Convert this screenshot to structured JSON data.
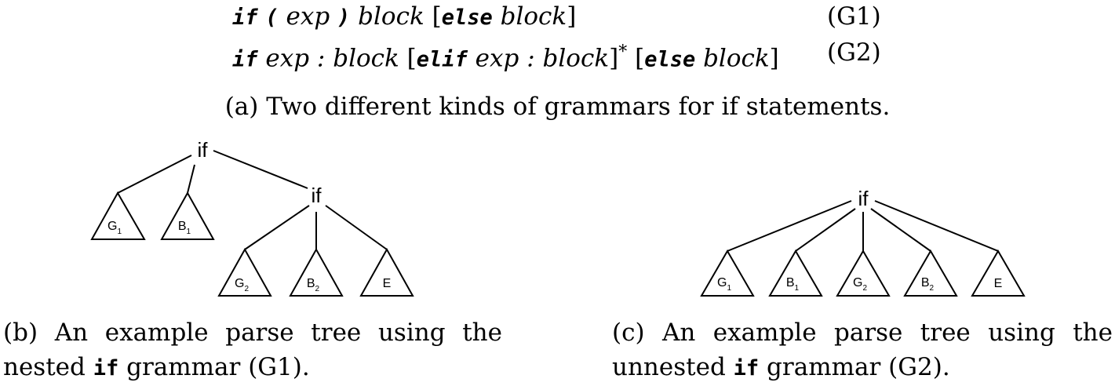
{
  "grammars": {
    "g1": {
      "kw_if": "if",
      "lparen": "(",
      "exp": "exp",
      "rparen": ")",
      "block": "block",
      "lbr": "[",
      "kw_else": "else",
      "block2": "block",
      "rbr": "]",
      "tag": "(G1)"
    },
    "g2": {
      "kw_if": "if",
      "exp": "exp",
      "colon": ":",
      "block": "block",
      "lbr1": "[",
      "kw_elif": "elif",
      "exp2": "exp",
      "colon2": ":",
      "block2": "block",
      "rbr1": "]",
      "star": "*",
      "lbr2": "[",
      "kw_else": "else",
      "block3": "block",
      "rbr2": "]",
      "tag": "(G2)"
    }
  },
  "captions": {
    "a": "(a) Two different kinds of grammars for if statements.",
    "b_line1": "(b) An example parse tree using the",
    "b_pre": "nested",
    "b_code": "if",
    "b_post": "grammar (G1).",
    "c_line1": "(c) An example parse tree using the",
    "c_pre": "unnested",
    "c_code": "if",
    "c_post": "grammar (G2)."
  },
  "tree_b": {
    "root": "if",
    "inner": "if",
    "g1": {
      "base": "G",
      "sub": "1"
    },
    "b1": {
      "base": "B",
      "sub": "1"
    },
    "g2": {
      "base": "G",
      "sub": "2"
    },
    "b2": {
      "base": "B",
      "sub": "2"
    },
    "e": "E"
  },
  "tree_c": {
    "root": "if",
    "g1": {
      "base": "G",
      "sub": "1"
    },
    "b1": {
      "base": "B",
      "sub": "1"
    },
    "g2": {
      "base": "G",
      "sub": "2"
    },
    "b2": {
      "base": "B",
      "sub": "2"
    },
    "e": "E"
  }
}
